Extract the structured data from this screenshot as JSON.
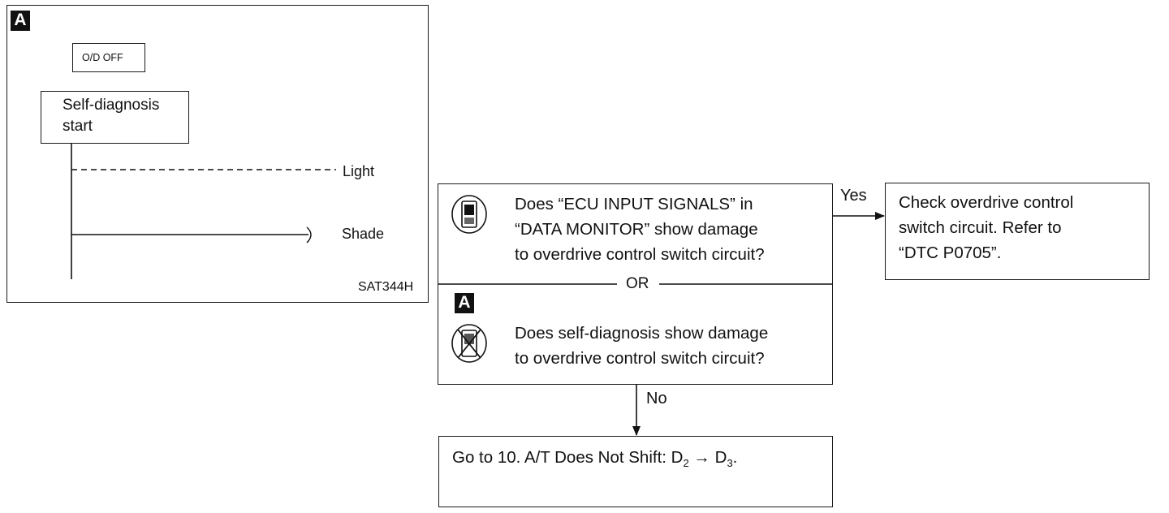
{
  "panel_a": {
    "badge": "A",
    "od_off_label": "O/D OFF",
    "self_diag_line1": "Self-diagnosis",
    "self_diag_line2": "start",
    "light_label": "Light",
    "shade_label": "Shade",
    "figure_code": "SAT344H"
  },
  "question": {
    "consult_line1": "Does “ECU INPUT SIGNALS” in",
    "consult_line2": "“DATA MONITOR” show damage",
    "consult_line3": "to overdrive control switch circuit?",
    "or_label": "OR",
    "badge": "A",
    "self_line1": "Does self-diagnosis show damage",
    "self_line2": "to overdrive control switch circuit?",
    "consult_icon": "consult-tester-icon",
    "no_consult_icon": "no-consult-tester-icon"
  },
  "yes_branch": {
    "label": "Yes",
    "line1": "Check overdrive control",
    "line2": "switch circuit. Refer to",
    "line3": "“DTC P0705”."
  },
  "no_branch": {
    "label": "No",
    "text_main": "Go to 10. A/T Does Not Shift: D",
    "sub1": "2",
    "arrow": "→",
    "text_d": "D",
    "sub2": "3",
    "text_end": "."
  }
}
